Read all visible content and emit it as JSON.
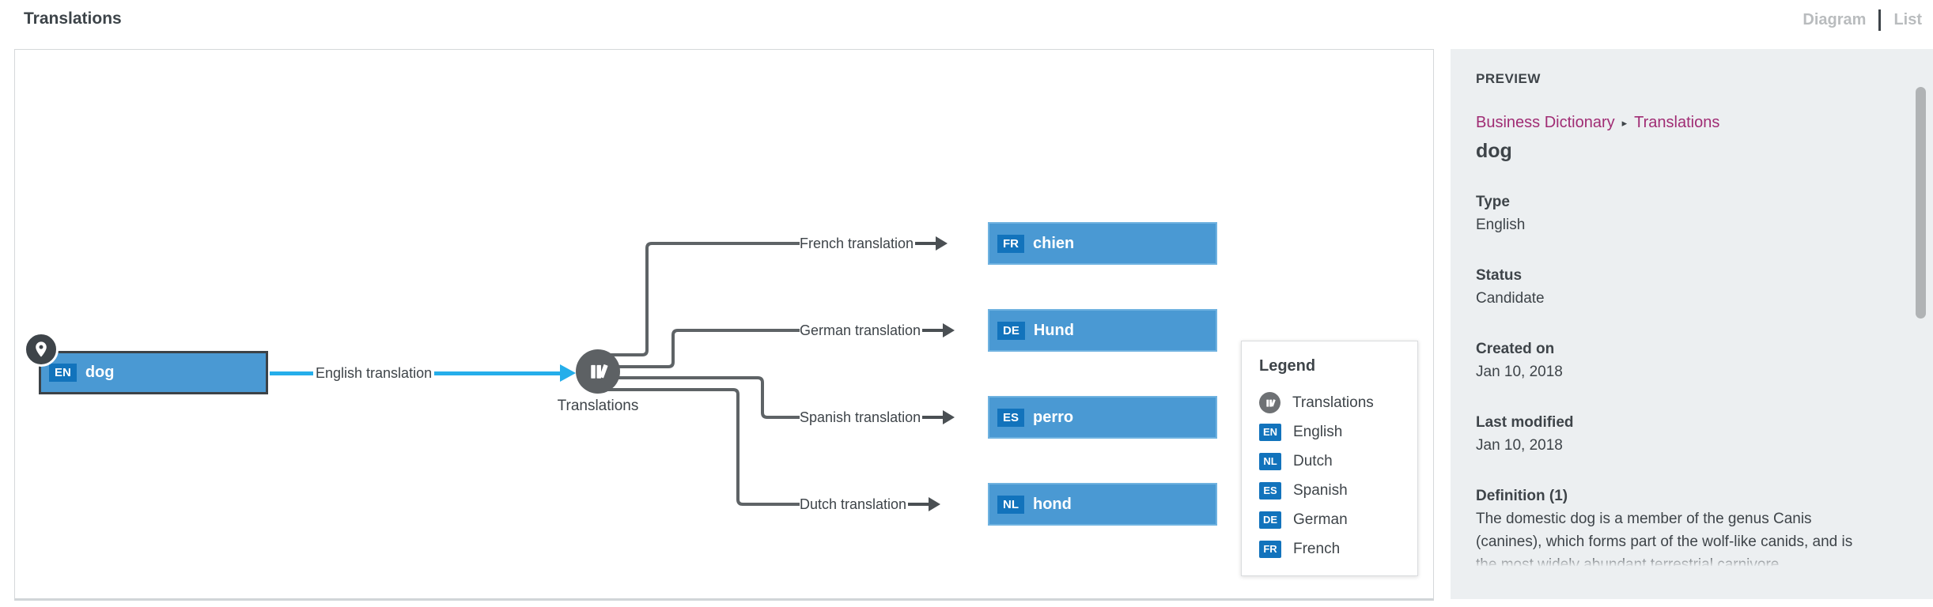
{
  "header": {
    "title": "Translations",
    "view_toggle": {
      "diagram_label": "Diagram",
      "list_label": "List"
    }
  },
  "diagram": {
    "source_node": {
      "badge": "EN",
      "label": "dog"
    },
    "source_edge_label": "English translation",
    "hub_node": {
      "label": "Translations",
      "icon": "books-icon"
    },
    "branches": [
      {
        "edge_label": "French translation",
        "badge": "FR",
        "label": "chien"
      },
      {
        "edge_label": "German translation",
        "badge": "DE",
        "label": "Hund"
      },
      {
        "edge_label": "Spanish translation",
        "badge": "ES",
        "label": "perro"
      },
      {
        "edge_label": "Dutch translation",
        "badge": "NL",
        "label": "hond"
      }
    ],
    "legend": {
      "title": "Legend",
      "items": [
        {
          "icon": "books-circle-icon",
          "label": "Translations"
        },
        {
          "badge": "EN",
          "label": "English"
        },
        {
          "badge": "NL",
          "label": "Dutch"
        },
        {
          "badge": "ES",
          "label": "Spanish"
        },
        {
          "badge": "DE",
          "label": "German"
        },
        {
          "badge": "FR",
          "label": "French"
        }
      ]
    }
  },
  "preview": {
    "heading": "PREVIEW",
    "breadcrumb": {
      "parent": "Business Dictionary",
      "separator": "▸",
      "current": "Translations"
    },
    "title": "dog",
    "fields": [
      {
        "label": "Type",
        "value": "English"
      },
      {
        "label": "Status",
        "value": "Candidate"
      },
      {
        "label": "Created on",
        "value": "Jan 10, 2018"
      },
      {
        "label": "Last modified",
        "value": "Jan 10, 2018"
      },
      {
        "label": "Definition (1)",
        "value": "The domestic dog is a member of the genus Canis (canines), which forms part of the wolf-like canids, and is the most widely abundant terrestrial carnivore."
      }
    ]
  },
  "colors": {
    "node_fill_blue": "#4a99d3",
    "badge_blue": "#1273bc",
    "node_dark_border": "#3c4247",
    "target_node_border": "#6fb2e0",
    "edge_gray": "#5e6366",
    "edge_cyan": "#25aeea",
    "hub_gray": "#5d6164",
    "breadcrumb_magenta": "#a02c74",
    "sidebar_bg": "#eceff1",
    "muted_toggle_gray": "#b9bcbe"
  }
}
